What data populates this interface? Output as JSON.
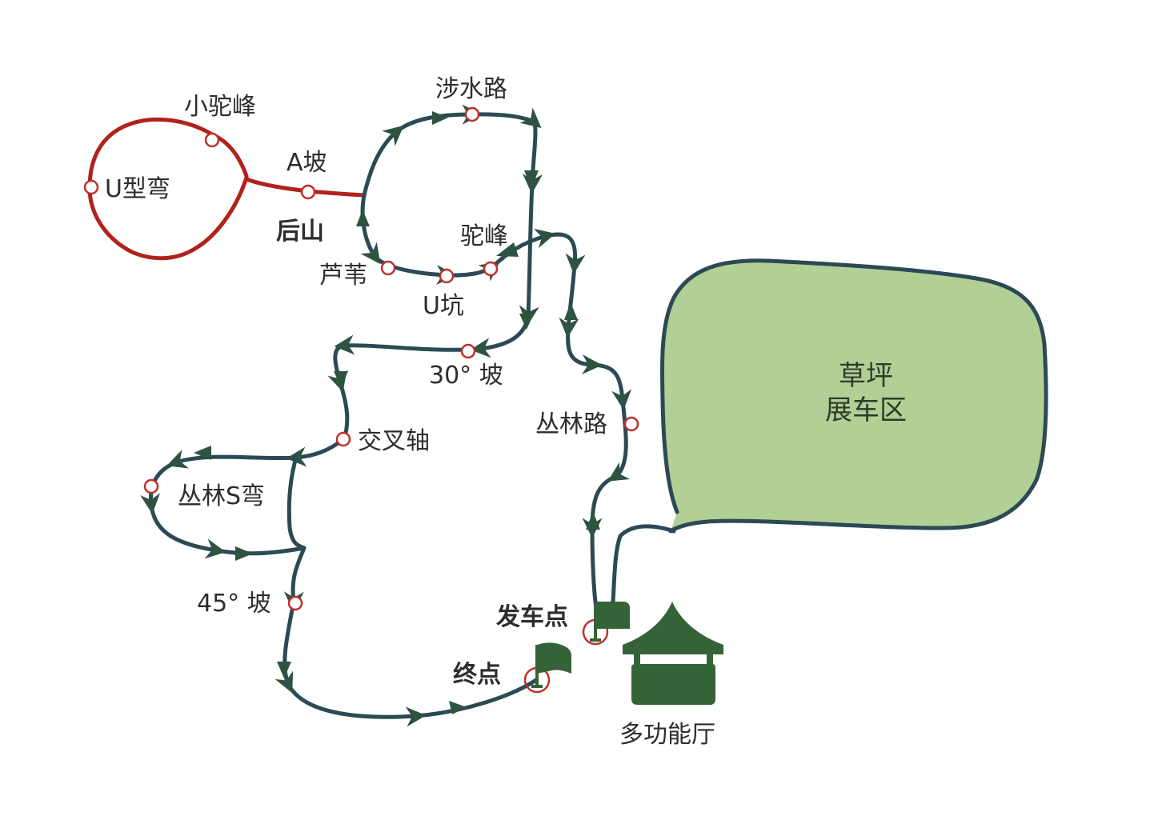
{
  "colors": {
    "main_route": "#2b4a55",
    "back_mountain_route": "#b0221b",
    "node_outline": "#c0302a",
    "lawn_fill": "#b2cf95",
    "lawn_outline": "#2b4a55",
    "flag_and_hall": "#356338",
    "text": "#2d2d2d"
  },
  "labels": {
    "xiao_tuofeng": "小驼峰",
    "a_po": "A坡",
    "u_xingwan": "U型弯",
    "houshan": "后山",
    "sheshuilu": "涉水路",
    "tuofeng": "驼峰",
    "luwei": "芦苇",
    "u_keng": "U坑",
    "po30": "30°  坡",
    "jiaochazhou": "交叉轴",
    "conglin_s_wan": "丛林S弯",
    "po45": "45°  坡",
    "conglinlu": "丛林路",
    "fachedian": "发车点",
    "zhongdian": "终点",
    "duogongnengting": "多功能厅",
    "caoping": "草坪",
    "zhancheqv": "展车区"
  },
  "icons": {
    "start_flag": "flag-icon",
    "end_flag": "flag-icon",
    "hall": "pavilion-icon",
    "direction": "arrowhead-icon",
    "checkpoint": "circle-node-icon"
  }
}
